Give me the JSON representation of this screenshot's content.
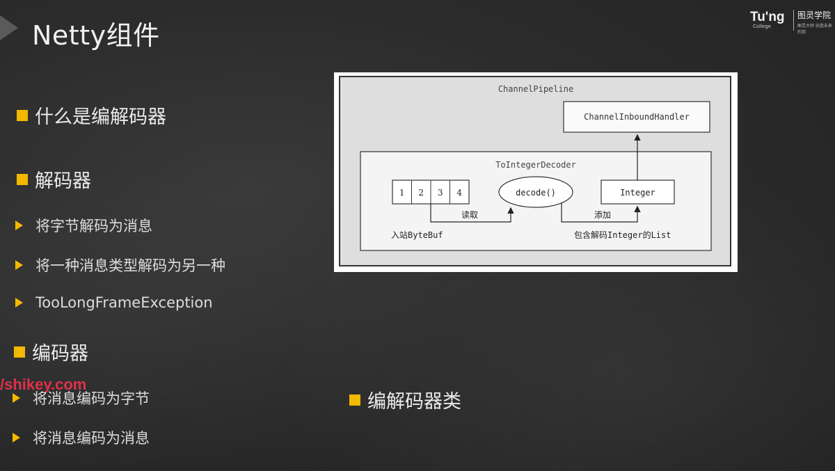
{
  "slide": {
    "title": "Netty组件",
    "logo": {
      "brand": "Tu'ng",
      "brand_sub": "College",
      "cn": "图灵学院",
      "cn_sub": "图灵大师 创造未来的我"
    },
    "bullets": [
      {
        "text": "什么是编解码器"
      },
      {
        "text": "解码器"
      },
      {
        "text": "编码器"
      },
      {
        "text": "编解码器类"
      }
    ],
    "decoder_items": [
      "将字节解码为消息",
      "将一种消息类型解码为另一种",
      "TooLongFrameException"
    ],
    "encoder_items": [
      "将消息编码为字节",
      "将消息编码为消息"
    ],
    "watermark": "/shikey.com"
  },
  "diagram": {
    "pipeline_label": "ChannelPipeline",
    "inbound_handler": "ChannelInboundHandler",
    "decoder_label": "ToIntegerDecoder",
    "bytes": [
      "1",
      "2",
      "3",
      "4"
    ],
    "decode_label": "decode()",
    "integer_label": "Integer",
    "read_label": "读取",
    "add_label": "添加",
    "inbound_bytebuf_label": "入站ByteBuf",
    "list_label": "包含解码Integer的List"
  }
}
